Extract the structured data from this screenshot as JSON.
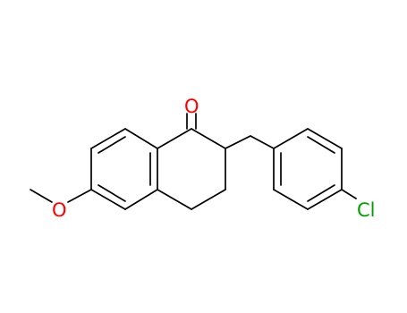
{
  "molecule": {
    "atoms": {
      "oxygen_carbonyl": "O",
      "oxygen_methoxy": "O",
      "chlorine": "Cl"
    },
    "colors": {
      "bond": "#000000",
      "oxygen": "#ff0000",
      "chlorine": "#00a000"
    }
  }
}
